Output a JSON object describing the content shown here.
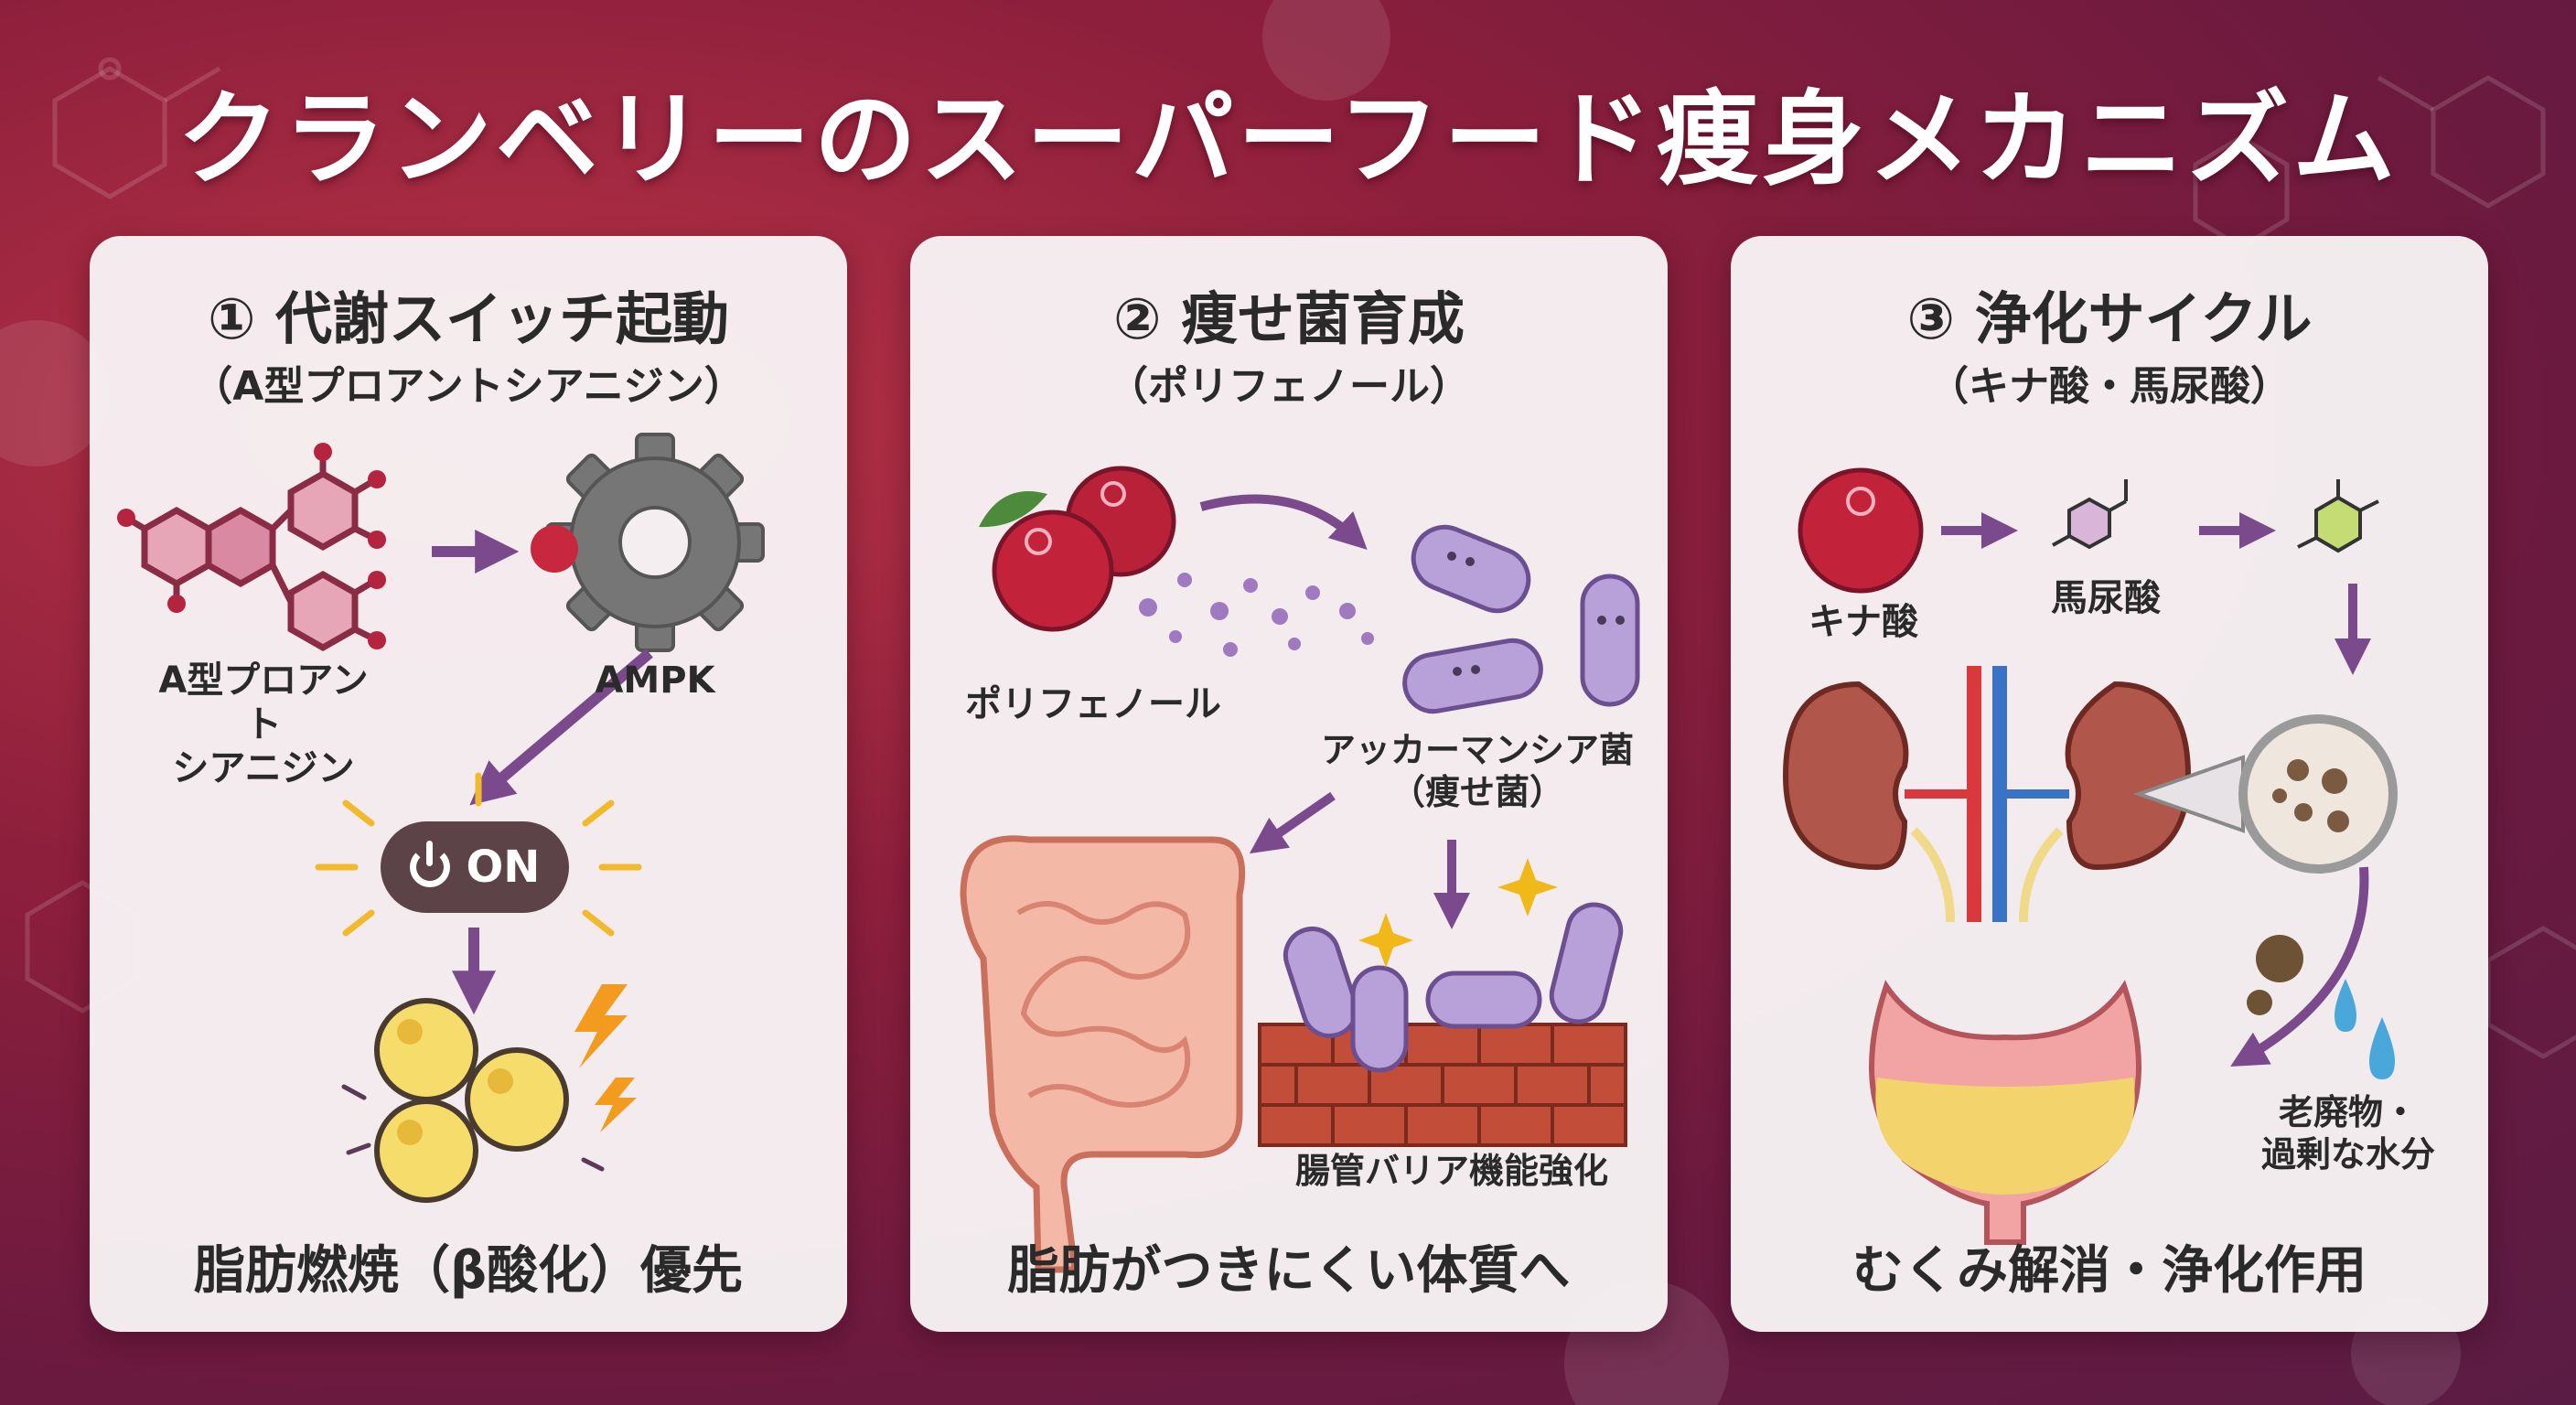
{
  "title": "クランベリーのスーパーフード痩身メカニズム",
  "panels": [
    {
      "heading": "① 代謝スイッチ起動",
      "subheading": "（A型プロアントシアニジン）",
      "labels": {
        "molecule": "A型プロアント\nシアニジン",
        "enzyme": "AMPK",
        "switch": "ON"
      },
      "footer": "脂肪燃焼（β酸化）優先"
    },
    {
      "heading": "② 痩せ菌育成",
      "subheading": "（ポリフェノール）",
      "labels": {
        "polyphenol": "ポリフェノール",
        "bacteria": "アッカーマンシア菌\n（痩せ菌）",
        "barrier": "腸管バリア機能強化"
      },
      "footer": "脂肪がつきにくい体質へ"
    },
    {
      "heading": "③ 浄化サイクル",
      "subheading": "（キナ酸・馬尿酸）",
      "labels": {
        "quinic_acid": "キナ酸",
        "hippuric_acid": "馬尿酸",
        "waste": "老廃物・\n過剰な水分"
      },
      "footer": "むくみ解消・浄化作用"
    }
  ],
  "colors": {
    "arrow": "#7b4a8c",
    "berry": "#c2233a",
    "bacteria": "#b7a1d8",
    "fat": "#f6dc6a",
    "kidney": "#b0564a",
    "bladder_fill": "#f3d36b",
    "water_drop": "#4aa7d9"
  }
}
